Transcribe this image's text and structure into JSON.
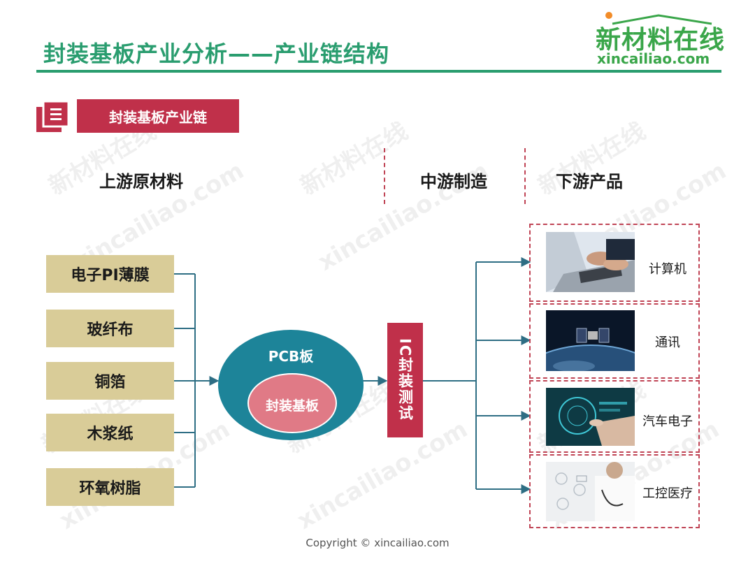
{
  "header": {
    "title": "封装基板产业分析——产业链结构",
    "logo_cn": "新材料在线",
    "logo_en": "xincailiao.com"
  },
  "section": {
    "tag": "封装基板产业链"
  },
  "columns": {
    "upstream": "上游原材料",
    "midstream": "中游制造",
    "downstream": "下游产品"
  },
  "materials": [
    "电子PI薄膜",
    "玻纤布",
    "铜箔",
    "木浆纸",
    "环氧树脂"
  ],
  "center": {
    "outer": "PCB板",
    "inner": "封装基板"
  },
  "process": {
    "label": "IC封装测试"
  },
  "products": [
    {
      "label": "计算机",
      "icon": "laptop-typing-image"
    },
    {
      "label": "通讯",
      "icon": "satellite-earth-image"
    },
    {
      "label": "汽车电子",
      "icon": "touch-interface-image"
    },
    {
      "label": "工控医疗",
      "icon": "medical-doctor-image"
    }
  ],
  "watermark": {
    "cn": "新材料在线",
    "en": "xincailiao.com"
  },
  "footer": {
    "copyright": "Copyright © xincailiao.com"
  },
  "colors": {
    "title_green": "#2a9d6f",
    "accent_red": "#c0304a",
    "material_tan": "#d9cc98",
    "connector_teal": "#2e6e84",
    "ellipse_teal": "#1d8499",
    "inner_pink": "#e07a86",
    "logo_green": "#3aa64a"
  }
}
